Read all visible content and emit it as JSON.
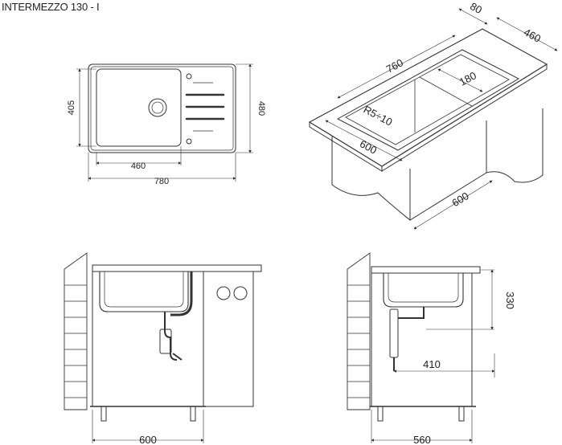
{
  "title": "INTERMEZZO 130 - I",
  "top_view": {
    "dim_width_overall": "780",
    "dim_bowl_width": "460",
    "dim_depth_overall": "480",
    "dim_bowl_depth": "405"
  },
  "iso_view": {
    "dim_top_length": "760",
    "dim_top_edge": "80",
    "dim_top_depth": "460",
    "dim_drainer": "180",
    "dim_radius": "R5÷10",
    "dim_bowl_len": "600",
    "dim_cabinet": "600"
  },
  "front_view": {
    "dim_cabinet_width": "600"
  },
  "side_view": {
    "dim_height": "330",
    "dim_offset": "410",
    "dim_cabinet_depth": "560"
  }
}
